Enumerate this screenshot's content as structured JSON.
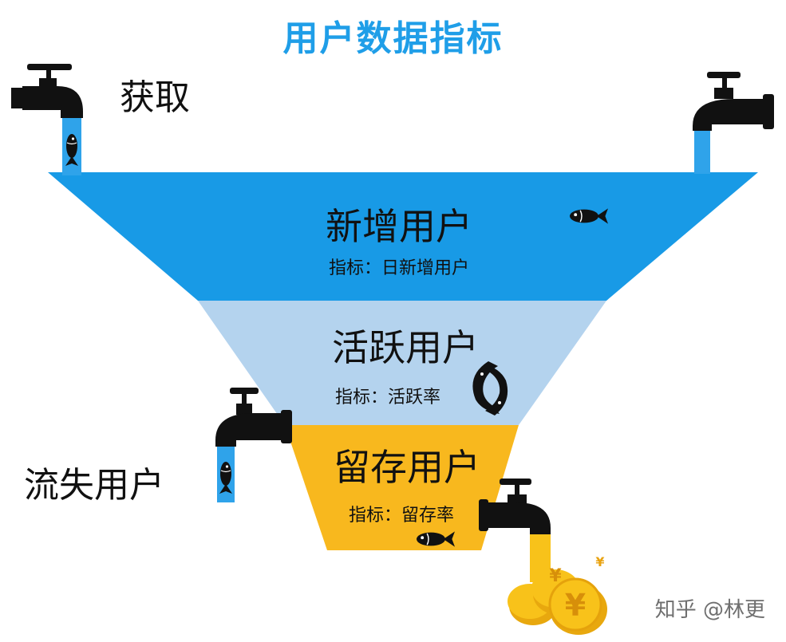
{
  "title": "用户数据指标",
  "labels": {
    "acquire": "获取",
    "churn": "流失用户"
  },
  "stages": [
    {
      "name": "新增用户",
      "metric": "指标：日新增用户"
    },
    {
      "name": "活跃用户",
      "metric": "指标：活跃率"
    },
    {
      "name": "留存用户",
      "metric": "指标：留存率"
    }
  ],
  "watermark": "知乎 @林更",
  "colors": {
    "title": "#1f9ee8",
    "stage_new": "#189ae6",
    "stage_active": "#b4d3ee",
    "stage_retained": "#f8b81e",
    "water_blue": "#2fa3ea",
    "water_gold": "#f8c21a",
    "faucet": "#111111"
  },
  "icons": [
    "faucet-icon",
    "fish-icon",
    "gold-coins-icon",
    "yuan-icon"
  ]
}
